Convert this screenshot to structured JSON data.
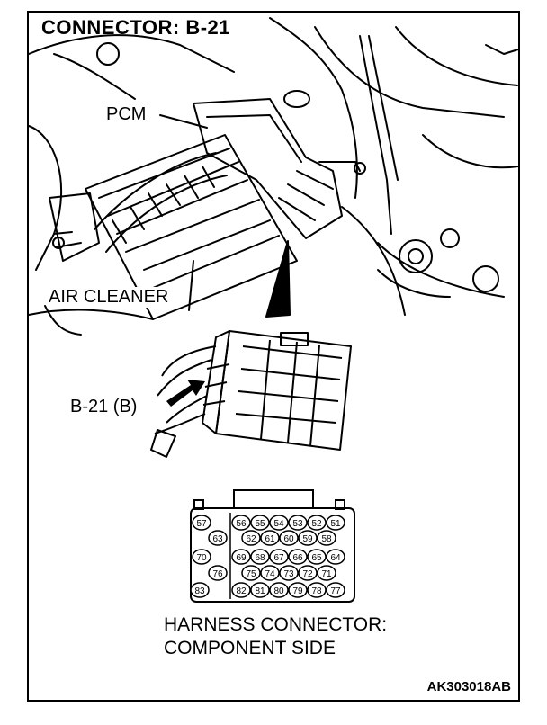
{
  "title": "CONNECTOR: B-21",
  "labels": {
    "pcm": "PCM",
    "air_cleaner": "AIR CLEANER",
    "connector_ref": "B-21 (B)"
  },
  "caption": {
    "line1": "HARNESS CONNECTOR:",
    "line2": "COMPONENT SIDE"
  },
  "figure_code": "AK303018AB",
  "connector_pins": {
    "left_column": [
      "57",
      "63",
      "70",
      "76",
      "83"
    ],
    "rows": [
      [
        "56",
        "55",
        "54",
        "53",
        "52",
        "51"
      ],
      [
        "62",
        "61",
        "60",
        "59",
        "58"
      ],
      [
        "69",
        "68",
        "67",
        "66",
        "65",
        "64"
      ],
      [
        "75",
        "74",
        "73",
        "72",
        "71"
      ],
      [
        "82",
        "81",
        "80",
        "79",
        "78",
        "77"
      ]
    ]
  }
}
